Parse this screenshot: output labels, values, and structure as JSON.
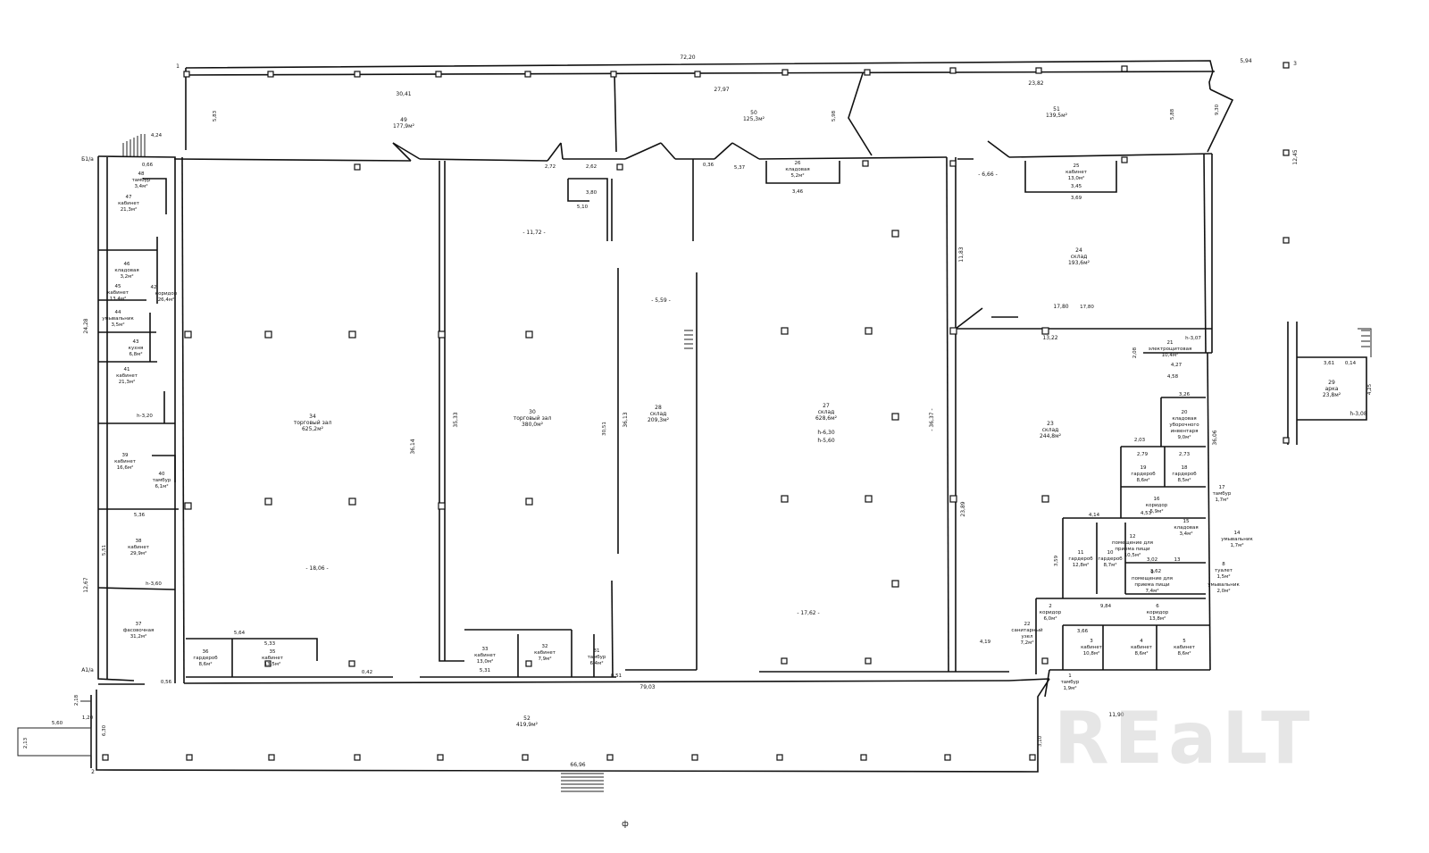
{
  "watermark": "REaLT",
  "labels": [
    {
      "id": "d-top",
      "t": "72,20"
    },
    {
      "id": "d-594",
      "t": "5,94"
    },
    {
      "id": "axis-3",
      "t": "3"
    },
    {
      "id": "axis-1",
      "t": "1"
    },
    {
      "id": "axis-2",
      "t": "2"
    },
    {
      "id": "r49-w",
      "t": "30,41"
    },
    {
      "id": "r49-n",
      "t": "49"
    },
    {
      "id": "r49-a",
      "t": "177,9м²"
    },
    {
      "id": "r50-w",
      "t": "27,97"
    },
    {
      "id": "r50-n",
      "t": "50"
    },
    {
      "id": "r50-a",
      "t": "125,3м²"
    },
    {
      "id": "r51-w",
      "t": "23,82"
    },
    {
      "id": "r51-n",
      "t": "51"
    },
    {
      "id": "r51-a",
      "t": "139,5м²"
    },
    {
      "id": "r34-n",
      "t": "34"
    },
    {
      "id": "r34-t",
      "t": "торговый зал"
    },
    {
      "id": "r34-a",
      "t": "625,2м²"
    },
    {
      "id": "r34-w",
      "t": "- 18,06 -"
    },
    {
      "id": "r30-n",
      "t": "30"
    },
    {
      "id": "r30-t",
      "t": "торговый зал"
    },
    {
      "id": "r30-a",
      "t": "380,0м²"
    },
    {
      "id": "r30-w",
      "t": "- 11,72 -"
    },
    {
      "id": "r28-n",
      "t": "28"
    },
    {
      "id": "r28-t",
      "t": "склад"
    },
    {
      "id": "r28-a",
      "t": "209,3м²"
    },
    {
      "id": "r28-w",
      "t": "- 5,59 -"
    },
    {
      "id": "r27-n",
      "t": "27"
    },
    {
      "id": "r27-t",
      "t": "склад"
    },
    {
      "id": "r27-a",
      "t": "628,6м²"
    },
    {
      "id": "r27-h1",
      "t": "h-6,30"
    },
    {
      "id": "r27-h2",
      "t": "h-5,60"
    },
    {
      "id": "r27-w",
      "t": "- 17,62 -"
    },
    {
      "id": "r24-n",
      "t": "24"
    },
    {
      "id": "r24-t",
      "t": "склад"
    },
    {
      "id": "r24-a",
      "t": "193,6м²"
    },
    {
      "id": "r24-w",
      "t": "17,80"
    },
    {
      "id": "r23-n",
      "t": "23"
    },
    {
      "id": "r23-t",
      "t": "склад"
    },
    {
      "id": "r23-a",
      "t": "244,8м²"
    },
    {
      "id": "r52-n",
      "t": "52"
    },
    {
      "id": "r52-a",
      "t": "419,9м²"
    },
    {
      "id": "d-6696",
      "t": "66,96"
    },
    {
      "id": "d-7903",
      "t": "79,03"
    },
    {
      "id": "d-1190",
      "t": "11,90"
    },
    {
      "id": "r29-n",
      "t": "29"
    },
    {
      "id": "r29-t",
      "t": "арка"
    },
    {
      "id": "r29-a",
      "t": "23,8м²"
    },
    {
      "id": "r29-h",
      "t": "h-3,08"
    },
    {
      "id": "r37-n",
      "t": "37"
    },
    {
      "id": "r37-t",
      "t": "фасовочная"
    },
    {
      "id": "r37-a",
      "t": "31,2м²"
    },
    {
      "id": "r38-n",
      "t": "38"
    },
    {
      "id": "r38-t",
      "t": "кабинет"
    },
    {
      "id": "r38-a",
      "t": "29,9м²"
    },
    {
      "id": "r38-h",
      "t": "h-3,60"
    },
    {
      "id": "r39-n",
      "t": "39"
    },
    {
      "id": "r39-t",
      "t": "кабинет"
    },
    {
      "id": "r39-a",
      "t": "16,6м²"
    },
    {
      "id": "r40-n",
      "t": "40"
    },
    {
      "id": "r40-t",
      "t": "тамбур"
    },
    {
      "id": "r40-a",
      "t": "6,1м²"
    },
    {
      "id": "r41-n",
      "t": "41"
    },
    {
      "id": "r41-t",
      "t": "кабинет"
    },
    {
      "id": "r41-a",
      "t": "21,3м²"
    },
    {
      "id": "h-320",
      "t": "h-3,20"
    },
    {
      "id": "r43-n",
      "t": "43"
    },
    {
      "id": "r43-t",
      "t": "кухня"
    },
    {
      "id": "r43-a",
      "t": "6,8м²"
    },
    {
      "id": "r44-n",
      "t": "44"
    },
    {
      "id": "r44-t",
      "t": "умывальник"
    },
    {
      "id": "r44-a",
      "t": "3,5м²"
    },
    {
      "id": "r45-n",
      "t": "45"
    },
    {
      "id": "r45-t",
      "t": "кабинет"
    },
    {
      "id": "r45-a",
      "t": "13,4м²"
    },
    {
      "id": "r46-n",
      "t": "46"
    },
    {
      "id": "r46-t",
      "t": "кладовая"
    },
    {
      "id": "r46-a",
      "t": "3,2м²"
    },
    {
      "id": "r42-n",
      "t": "42"
    },
    {
      "id": "r42-t",
      "t": "коридор"
    },
    {
      "id": "r42-a",
      "t": "26,4м²"
    },
    {
      "id": "r47-n",
      "t": "47"
    },
    {
      "id": "r47-t",
      "t": "кабинет"
    },
    {
      "id": "r47-a",
      "t": "21,3м²"
    },
    {
      "id": "r48-n",
      "t": "48"
    },
    {
      "id": "r48-t",
      "t": "тамбур"
    },
    {
      "id": "r48-a",
      "t": "3,4м²"
    },
    {
      "id": "r36-n",
      "t": "36"
    },
    {
      "id": "r36-t",
      "t": "гардероб"
    },
    {
      "id": "r36-a",
      "t": "8,6м²"
    },
    {
      "id": "r35-n",
      "t": "35"
    },
    {
      "id": "r35-t",
      "t": "кабинет"
    },
    {
      "id": "r35-a",
      "t": "13,5м²"
    },
    {
      "id": "r33-n",
      "t": "33"
    },
    {
      "id": "r33-t",
      "t": "кабинет"
    },
    {
      "id": "r33-a",
      "t": "13,0м²"
    },
    {
      "id": "r32-n",
      "t": "32"
    },
    {
      "id": "r32-t",
      "t": "кабинет"
    },
    {
      "id": "r32-a",
      "t": "7,9м²"
    },
    {
      "id": "r31-n",
      "t": "31"
    },
    {
      "id": "r31-t",
      "t": "тамбур"
    },
    {
      "id": "r31-a",
      "t": "6,4м²"
    },
    {
      "id": "r26-n",
      "t": "26"
    },
    {
      "id": "r26-t",
      "t": "кладовая"
    },
    {
      "id": "r26-a",
      "t": "5,2м²"
    },
    {
      "id": "r25-n",
      "t": "25"
    },
    {
      "id": "r25-t",
      "t": "кабинет"
    },
    {
      "id": "r25-a",
      "t": "13,0м²"
    },
    {
      "id": "r21-n",
      "t": "21"
    },
    {
      "id": "r21-t",
      "t": "электрощитовая"
    },
    {
      "id": "r21-a",
      "t": "10,4м²"
    },
    {
      "id": "r20-n",
      "t": "20"
    },
    {
      "id": "r20-t1",
      "t": "кладовая"
    },
    {
      "id": "r20-t2",
      "t": "уборочного"
    },
    {
      "id": "r20-t3",
      "t": "инвентаря"
    },
    {
      "id": "r20-a",
      "t": "9,0м²"
    },
    {
      "id": "r19-n",
      "t": "19"
    },
    {
      "id": "r19-t",
      "t": "гардероб"
    },
    {
      "id": "r19-a",
      "t": "8,6м²"
    },
    {
      "id": "r18-n",
      "t": "18"
    },
    {
      "id": "r18-t",
      "t": "гардероб"
    },
    {
      "id": "r18-a",
      "t": "8,5м²"
    },
    {
      "id": "r17-n",
      "t": "17"
    },
    {
      "id": "r17-t",
      "t": "тамбур"
    },
    {
      "id": "r17-a",
      "t": "1,7м²"
    },
    {
      "id": "r16-n",
      "t": "16"
    },
    {
      "id": "r16-t",
      "t": "коридор"
    },
    {
      "id": "r16-a",
      "t": "5,9м²"
    },
    {
      "id": "r15-n",
      "t": "15"
    },
    {
      "id": "r15-t",
      "t": "кладовая"
    },
    {
      "id": "r15-a",
      "t": "3,4м²"
    },
    {
      "id": "r14-n",
      "t": "14"
    },
    {
      "id": "r14-t",
      "t": "умывальник"
    },
    {
      "id": "r14-a",
      "t": "1,7м²"
    },
    {
      "id": "r13-n",
      "t": "13"
    },
    {
      "id": "r12-n",
      "t": "12"
    },
    {
      "id": "r12-t1",
      "t": "помещение для"
    },
    {
      "id": "r12-t2",
      "t": "приема пищи"
    },
    {
      "id": "r12-a",
      "t": "10,5м²"
    },
    {
      "id": "r11-n",
      "t": "11"
    },
    {
      "id": "r11-t",
      "t": "гардероб"
    },
    {
      "id": "r11-a",
      "t": "12,8м²"
    },
    {
      "id": "r10-n",
      "t": "10"
    },
    {
      "id": "r10-t",
      "t": "гардероб"
    },
    {
      "id": "r10-a",
      "t": "8,7м²"
    },
    {
      "id": "r9-n",
      "t": "9"
    },
    {
      "id": "r9-t1",
      "t": "помещение для"
    },
    {
      "id": "r9-t2",
      "t": "приема пищи"
    },
    {
      "id": "r9-a",
      "t": "7,4м²"
    },
    {
      "id": "r8-n",
      "t": "8"
    },
    {
      "id": "r8-t",
      "t": "туалет"
    },
    {
      "id": "r8-a",
      "t": "1,5м²"
    },
    {
      "id": "r7-t",
      "t": "умывальник"
    },
    {
      "id": "r7-a",
      "t": "2,0м²"
    },
    {
      "id": "r6-n",
      "t": "6"
    },
    {
      "id": "r6-t",
      "t": "коридор"
    },
    {
      "id": "r6-a",
      "t": "13,8м²"
    },
    {
      "id": "r5-n",
      "t": "5"
    },
    {
      "id": "r5-t",
      "t": "кабинет"
    },
    {
      "id": "r5-a",
      "t": "8,6м²"
    },
    {
      "id": "r4-n",
      "t": "4"
    },
    {
      "id": "r4-t",
      "t": "кабинет"
    },
    {
      "id": "r4-a",
      "t": "8,6м²"
    },
    {
      "id": "r3-n",
      "t": "3"
    },
    {
      "id": "r3-t",
      "t": "кабинет"
    },
    {
      "id": "r3-a",
      "t": "10,8м²"
    },
    {
      "id": "r2-n",
      "t": "2"
    },
    {
      "id": "r2-t",
      "t": "коридор"
    },
    {
      "id": "r2-a",
      "t": "6,0м²"
    },
    {
      "id": "r22-n",
      "t": "22"
    },
    {
      "id": "r22-t1",
      "t": "санитарный"
    },
    {
      "id": "r22-t2",
      "t": "узел"
    },
    {
      "id": "r22-a",
      "t": "7,2м²"
    },
    {
      "id": "r1-n",
      "t": "1"
    },
    {
      "id": "r1-t",
      "t": "тамбур"
    },
    {
      "id": "r1-a",
      "t": "1,9м²"
    },
    {
      "id": "d-3614",
      "t": "36,14"
    },
    {
      "id": "d-3533",
      "t": "35,33"
    },
    {
      "id": "d-3613",
      "t": "36,13"
    },
    {
      "id": "d-3637",
      "t": "- 36,37 -"
    },
    {
      "id": "d-2389",
      "t": "23,89"
    },
    {
      "id": "d-3606",
      "t": "36,06"
    },
    {
      "id": "d-2428",
      "t": "24,28"
    },
    {
      "id": "d-1267",
      "t": "12,67"
    },
    {
      "id": "d-1245",
      "t": "12,45"
    },
    {
      "id": "d-1322",
      "t": "13,22"
    },
    {
      "id": "d-1183",
      "t": "11,83"
    },
    {
      "id": "d-666",
      "t": "- 6,66 -"
    },
    {
      "id": "d-537",
      "t": "5,37"
    },
    {
      "id": "d-531",
      "t": "5,31"
    },
    {
      "id": "d-536",
      "t": "5,36"
    },
    {
      "id": "d-564",
      "t": "5,64"
    },
    {
      "id": "d-333",
      "t": "5,33"
    },
    {
      "id": "d-583",
      "t": "5,83"
    },
    {
      "id": "d-598",
      "t": "5,98"
    },
    {
      "id": "d-588",
      "t": "5,88"
    },
    {
      "id": "d-3051",
      "t": "30,51"
    },
    {
      "id": "b1a",
      "t": "Б1/а"
    },
    {
      "id": "a1a",
      "t": "А1/а"
    },
    {
      "id": "d-424",
      "t": "4,24"
    },
    {
      "id": "d-666b",
      "t": "0,66"
    },
    {
      "id": "d-560",
      "t": "5,60"
    },
    {
      "id": "d-213",
      "t": "2,13"
    },
    {
      "id": "d-630",
      "t": "6,30"
    },
    {
      "id": "d-120",
      "t": "1,20"
    },
    {
      "id": "d-218",
      "t": "2,18"
    },
    {
      "id": "d-310",
      "t": "3,10"
    },
    {
      "id": "d-539",
      "t": "3,59"
    },
    {
      "id": "d-419",
      "t": "4,19"
    },
    {
      "id": "d-1880",
      "t": "17,80"
    },
    {
      "id": "h-307",
      "t": "h-3,07"
    },
    {
      "id": "d-427",
      "t": "4,27"
    },
    {
      "id": "d-458",
      "t": "4,58"
    },
    {
      "id": "d-326",
      "t": "3,26"
    },
    {
      "id": "d-208",
      "t": "2,08"
    },
    {
      "id": "d-561",
      "t": "3,61"
    },
    {
      "id": "d-425",
      "t": "4,25"
    },
    {
      "id": "d-930",
      "t": "9,30"
    },
    {
      "id": "d-551",
      "t": "5,51"
    },
    {
      "id": "d-051",
      "t": "0,51"
    },
    {
      "id": "d-036",
      "t": "0,36"
    },
    {
      "id": "d-056",
      "t": "0,56"
    },
    {
      "id": "d-042",
      "t": "0,42"
    },
    {
      "id": "d-014",
      "t": "0,14"
    },
    {
      "id": "d-396",
      "t": "3,46"
    },
    {
      "id": "d-369",
      "t": "3,69"
    },
    {
      "id": "d-345",
      "t": "3,45"
    },
    {
      "id": "d-272",
      "t": "2,72"
    },
    {
      "id": "d-262",
      "t": "2,62"
    },
    {
      "id": "d-310b",
      "t": "5,10"
    },
    {
      "id": "d-380",
      "t": "3,80"
    },
    {
      "id": "d-984",
      "t": "9,84"
    },
    {
      "id": "d-302",
      "t": "3,02"
    },
    {
      "id": "d-414",
      "t": "4,14"
    },
    {
      "id": "d-406",
      "t": "3,66"
    },
    {
      "id": "d-153",
      "t": "4,53"
    },
    {
      "id": "d-372",
      "t": "3,62"
    },
    {
      "id": "d-279",
      "t": "2,79"
    },
    {
      "id": "d-273",
      "t": "2,73"
    },
    {
      "id": "d-203",
      "t": "2,03"
    }
  ]
}
